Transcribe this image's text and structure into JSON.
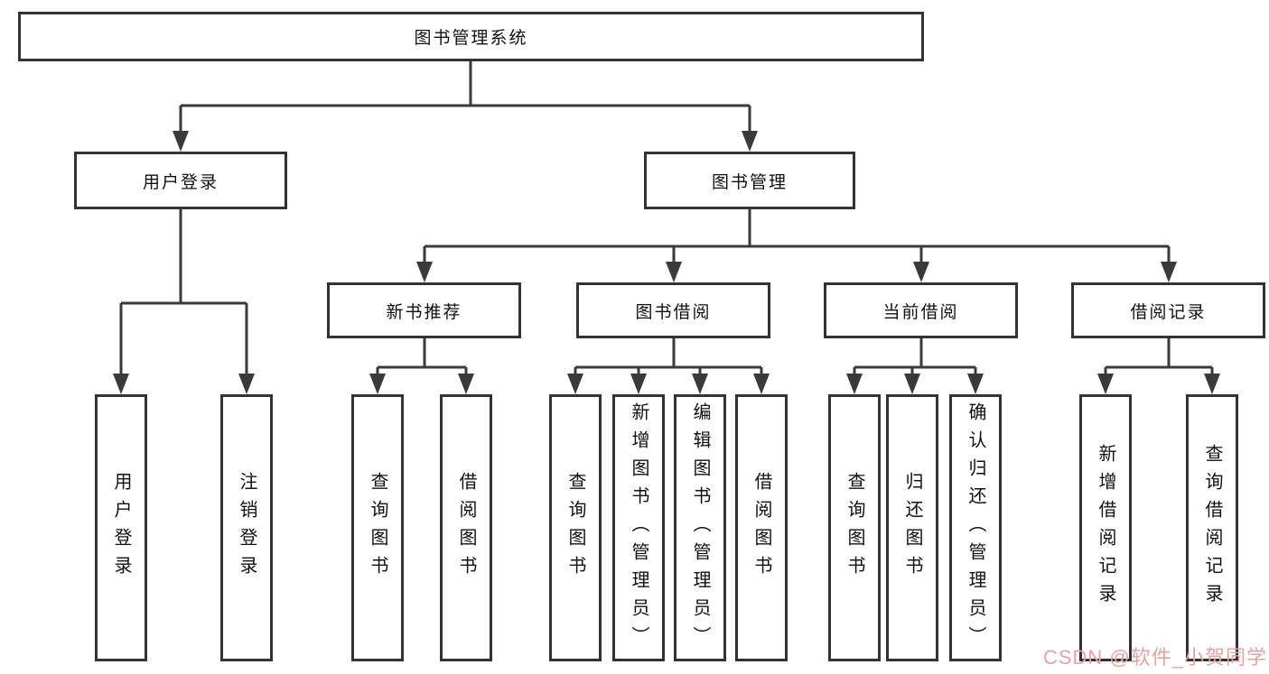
{
  "diagram": {
    "root": "图书管理系统",
    "level2": [
      "用户登录",
      "图书管理"
    ],
    "level3": [
      "新书推荐",
      "图书借阅",
      "当前借阅",
      "借阅记录"
    ],
    "leaves": {
      "user_login": [
        "用户登录",
        "注销登录"
      ],
      "new_book_recommend": [
        "查询图书",
        "借阅图书"
      ],
      "book_borrow": [
        "查询图书",
        "新增图书（管理员）",
        "编辑图书（管理员）",
        "借阅图书"
      ],
      "current_borrow": [
        "查询图书",
        "归还图书",
        "确认归还（管理员）"
      ],
      "borrow_records": [
        "新增借阅记录",
        "查询借阅记录"
      ]
    }
  },
  "watermark": "CSDN @软件_小贺同学",
  "colors": {
    "line": "#3a3a3a",
    "box_border": "#333333",
    "text": "#111111",
    "background": "#ffffff",
    "watermark": "#e9a1a1"
  }
}
